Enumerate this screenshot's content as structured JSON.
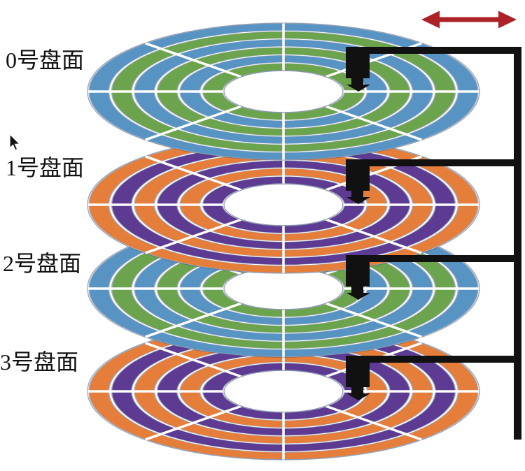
{
  "diagram": {
    "platters": [
      {
        "label": "0号盘面",
        "track_color_a": "#5793c3",
        "track_color_b": "#6ca44d"
      },
      {
        "label": "1号盘面",
        "track_color_a": "#e47e3a",
        "track_color_b": "#5d3b92"
      },
      {
        "label": "2号盘面",
        "track_color_a": "#5793c3",
        "track_color_b": "#6ca44d"
      },
      {
        "label": "3号盘面",
        "track_color_a": "#e47e3a",
        "track_color_b": "#5d3b92"
      }
    ],
    "tracks_per_platter": 6,
    "sectors_per_platter": 8,
    "colors": {
      "actuator_black": "#111111",
      "seek_arrow_red": "#ab2227",
      "track_edge_navy": "#1f3864",
      "platter_background": "#ffffff"
    },
    "icons": {
      "seek_direction_arrow": "↔",
      "head_arrow": "↓",
      "mouse_cursor": "↖"
    }
  }
}
